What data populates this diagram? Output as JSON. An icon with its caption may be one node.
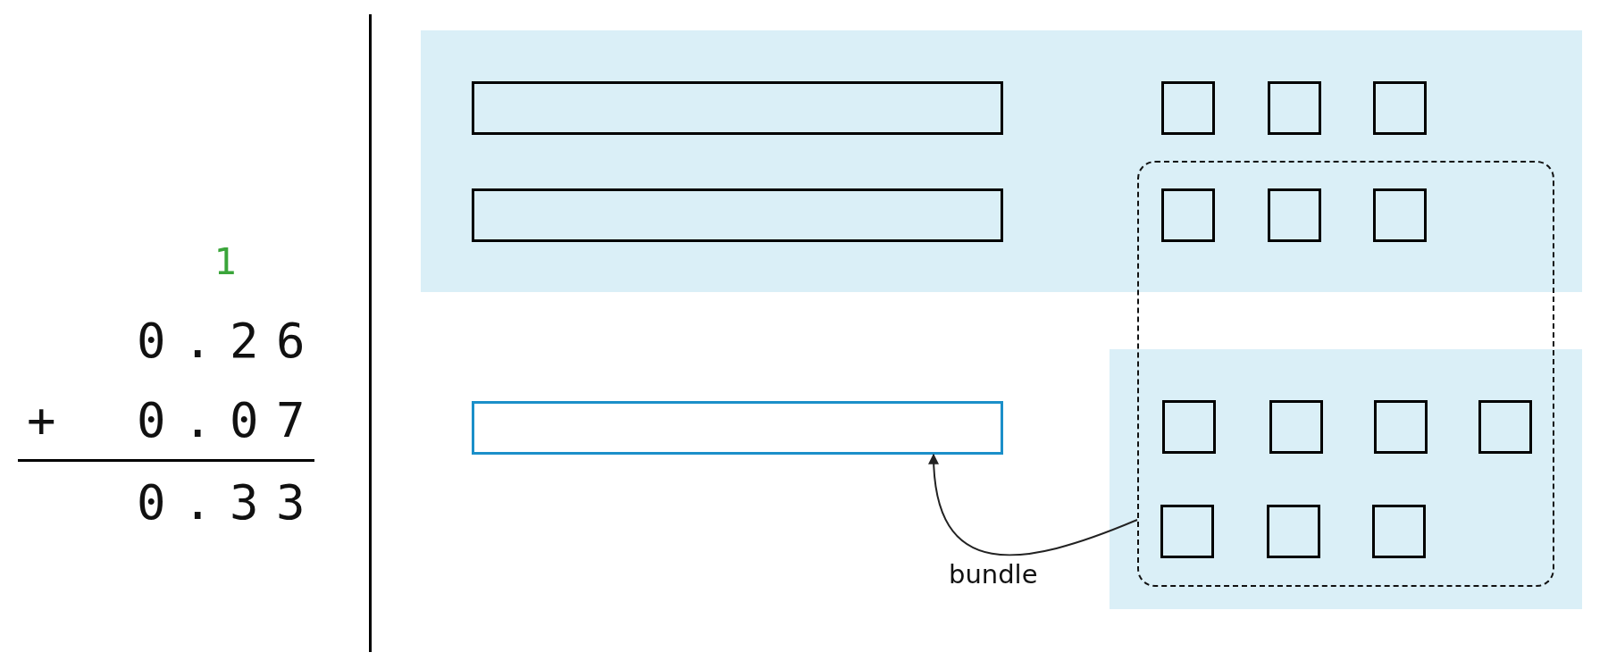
{
  "diagram": {
    "nodes": [
      {
        "text": [],
        "shape": "bar"
      },
      {
        "text": [],
        "shape": "bar"
      },
      {
        "text": [],
        "shape": "box"
      },
      {
        "text": [],
        "shape": "bar"
      }
    ],
    "edges": [
      {
        "from": 2,
        "to": 3,
        "arrow": "to",
        "label": "bundle"
      }
    ],
    "labels": [
      "1",
      "0.26",
      "+",
      "0.07",
      "0.33"
    ]
  }
}
